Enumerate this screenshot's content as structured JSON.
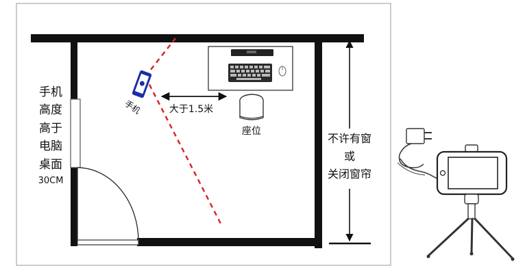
{
  "labels": {
    "phone": "手机",
    "distance": "大于1.5米",
    "seat": "座位",
    "phone_height_lines": [
      "手机",
      "高度",
      "高于",
      "电脑",
      "桌面",
      "30CM"
    ],
    "window_lines": [
      "不许有窗",
      "或",
      "关闭窗帘"
    ]
  },
  "colors": {
    "wall": "#111111",
    "sight_line": "#d9262b",
    "phone_accent": "#1a2fa8",
    "frame_border": "#9a9a9a"
  },
  "icons": [
    "phone-icon",
    "monitor-icon",
    "keyboard-icon",
    "mouse-icon",
    "chair-icon",
    "charger-icon",
    "tripod-phone-icon"
  ]
}
